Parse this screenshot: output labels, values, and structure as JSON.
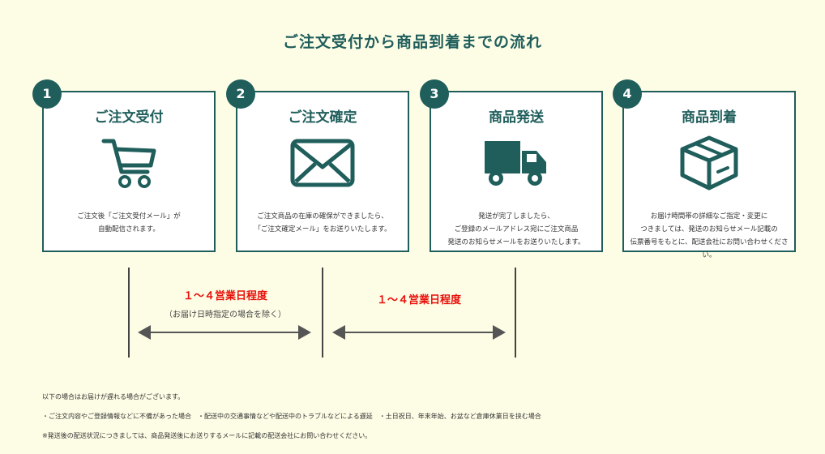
{
  "title": "ご注文受付から商品到着までの流れ",
  "steps": [
    {
      "number": "1",
      "title": "ご注文受付",
      "icon": "cart-icon",
      "desc": [
        "ご注文後「ご注文受付メール」が",
        "自動配信されます。"
      ]
    },
    {
      "number": "2",
      "title": "ご注文確定",
      "icon": "mail-icon",
      "desc": [
        "ご注文商品の在庫の確保ができましたら、",
        "「ご注文確定メール」をお送りいたします。"
      ]
    },
    {
      "number": "3",
      "title": "商品発送",
      "icon": "truck-icon",
      "desc": [
        "発送が完了しましたら、",
        "ご登録のメールアドレス宛にご注文商品",
        "発送のお知らせメールをお送りいたします。"
      ]
    },
    {
      "number": "4",
      "title": "商品到着",
      "icon": "box-icon",
      "desc": [
        "お届け時間帯の詳細なご指定・変更に",
        "つきましては、発送のお知らせメール記載の",
        "伝票番号をもとに、配送会社にお問い合わせください。"
      ]
    }
  ],
  "durations": [
    {
      "label": "１～４営業日程度",
      "note": "（お届け日時指定の場合を除く）"
    },
    {
      "label": "１～４営業日程度"
    }
  ],
  "notes": {
    "intro": "以下の場合はお届けが遅れる場合がございます。",
    "cases": "・ご注文内容やご登録情報などに不備があった場合　・配送中の交通事情などや配送中のトラブルなどによる遅延　・土日祝日、年末年始、お盆など倉庫休業日を挟む場合",
    "footnote": "※発送後の配送状況につきましては、商品発送後にお送りするメールに記載の配送会社にお問い合わせください。"
  },
  "colors": {
    "primary": "#1f5e5b",
    "accent": "#e8120c",
    "background": "#fdfde6"
  }
}
